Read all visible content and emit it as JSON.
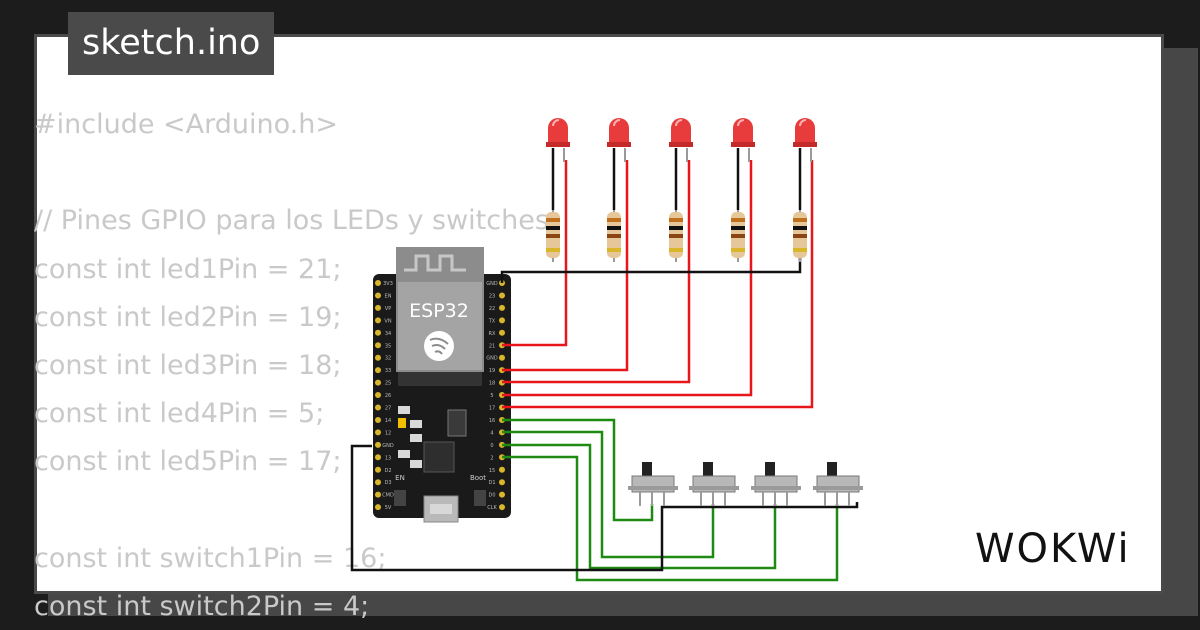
{
  "window": {
    "title": "sketch.ino"
  },
  "code_lines": [
    "#include <Arduino.h>",
    "",
    "// Pines GPIO para los LEDs y switches",
    "const int led1Pin = 21;",
    "const int led2Pin = 19;",
    "const int led3Pin = 18;",
    "const int led4Pin = 5;",
    "const int led5Pin = 17;",
    "",
    "const int switch1Pin = 16;",
    "const int switch2Pin = 4;"
  ],
  "board": {
    "label": "ESP32",
    "left_pins": [
      "3V3",
      "EN",
      "VP",
      "VN",
      "34",
      "35",
      "32",
      "33",
      "25",
      "26",
      "27",
      "14",
      "12",
      "GND",
      "13",
      "D2",
      "D3",
      "CMD",
      "5V"
    ],
    "right_pins": [
      "GND",
      "23",
      "22",
      "TX",
      "RX",
      "21",
      "GND",
      "19",
      "18",
      "5",
      "17",
      "16",
      "4",
      "0",
      "2",
      "15",
      "D1",
      "D0",
      "CLK"
    ],
    "button_left": "EN",
    "button_right": "Boot"
  },
  "colors": {
    "wire_red": "#e8161a",
    "wire_green": "#1e8a12",
    "wire_black": "#111111",
    "led_red": "#e83c3c",
    "board_black": "#1a1a1a",
    "module_gray": "#8c8c8c",
    "pin_gold": "#d9b62a"
  },
  "logo": {
    "text": "WOKWi"
  }
}
